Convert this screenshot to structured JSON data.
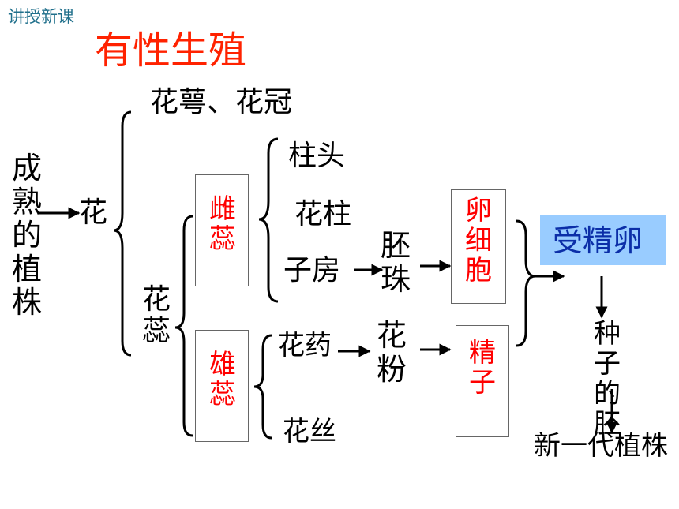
{
  "header": {
    "section": "讲授新课",
    "title": "有性生殖"
  },
  "colors": {
    "section": "#1f6f8b",
    "title": "#ff2200",
    "organ": "#ff0000",
    "highlight_bg": "#99ccff",
    "highlight_text": "#0b2ea8"
  },
  "nodes": {
    "mature_plant": "成熟的植株",
    "flower": "花",
    "sepal_corolla": "花萼、花冠",
    "stamens_pistils": "花蕊",
    "pistil": "雌蕊",
    "stamen": "雄蕊",
    "stigma": "柱头",
    "style": "花柱",
    "ovary": "子房",
    "anther": "花药",
    "filament": "花丝",
    "ovule": "胚珠",
    "pollen": "花粉",
    "egg_cell": "卵细胞",
    "sperm": "精子",
    "zygote": "受精卵",
    "seed_embryo": "种子的胚",
    "new_plant": "新一代植株"
  }
}
